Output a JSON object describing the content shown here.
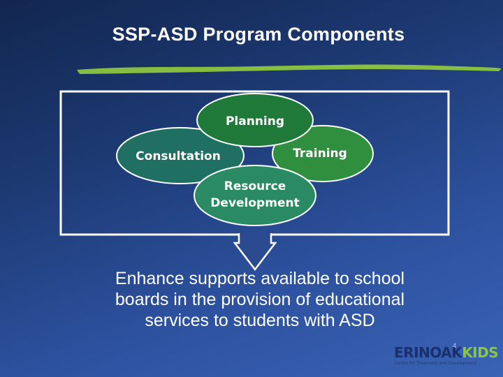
{
  "slide": {
    "title": "SSP-ASD Program Components",
    "components": {
      "planning": "Planning",
      "consultation": "Consultation",
      "training": "Training",
      "resource_development_line1": "Resource",
      "resource_development_line2": "Development"
    },
    "summary": "Enhance supports available to school boards in the provision of educational services to students with ASD",
    "page_number": "4",
    "logo": {
      "main_text": "ERINOAK",
      "accent_text": "KIDS",
      "tagline": "Centre for Treatment and Development"
    }
  },
  "colors": {
    "background": "#1d3a74",
    "frame": "#ffffff",
    "underline": "#8cc63f",
    "planning_fill": "#1f7a3a",
    "training_fill": "#2f8f3f",
    "consultation_fill": "#1f6f63",
    "resource_fill": "#2a8a63",
    "ellipse_stroke": "#ffffff"
  }
}
